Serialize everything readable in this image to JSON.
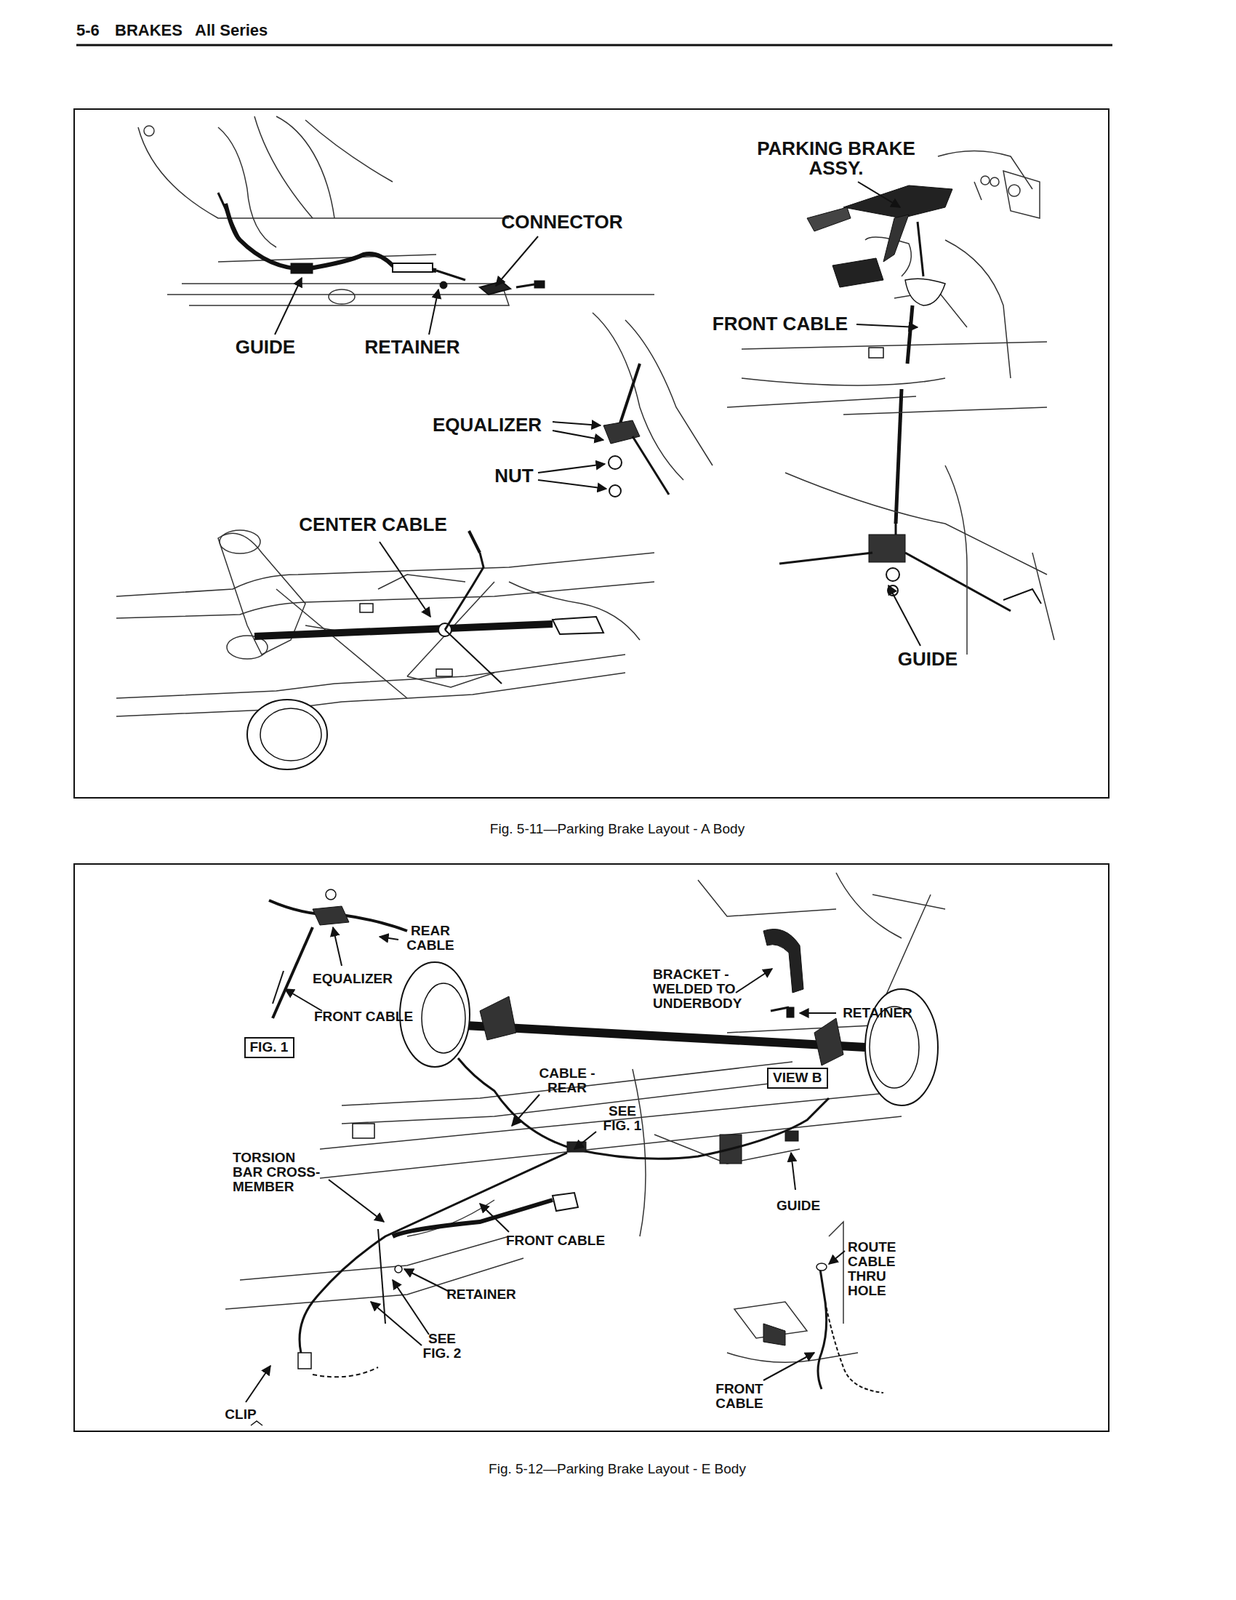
{
  "diagram": {
    "nodes": [
      {
        "text": [
          "FIG. 1"
        ]
      },
      {
        "text": [
          "VIEW B"
        ]
      }
    ],
    "edges": [],
    "labels": [
      "5-6",
      "BRAKES",
      "All Series",
      "PARKING BRAKE ASSY.",
      "CONNECTOR",
      "GUIDE",
      "RETAINER",
      "FRONT CABLE",
      "EQUALIZER",
      "NUT",
      "CENTER CABLE",
      "GUIDE",
      "Fig. 5-11—Parking Brake Layout - A Body",
      "REAR CABLE",
      "EQUALIZER",
      "FRONT CABLE",
      "BRACKET - WELDED TO UNDERBODY",
      "RETAINER",
      "CABLE - REAR",
      "SEE FIG. 1",
      "TORSION BAR CROSS-MEMBER",
      "GUIDE",
      "FRONT CABLE",
      "ROUTE CABLE THRU HOLE",
      "RETAINER",
      "SEE FIG. 2",
      "CLIP",
      "FRONT CABLE",
      "Fig. 5-12—Parking Brake Layout - E Body"
    ]
  }
}
